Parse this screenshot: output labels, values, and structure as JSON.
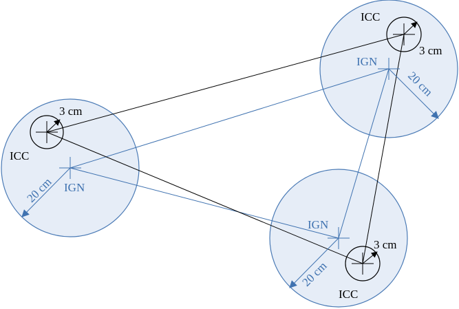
{
  "labels": {
    "icc": "ICC",
    "ign": "IGN",
    "small_radius": "3 cm",
    "large_radius": "20 cm"
  },
  "colors": {
    "zone_fill": "#e6edf7",
    "zone_stroke": "#4a7ab5",
    "ign_blue": "#3f72b0",
    "icc_black": "#000000"
  }
}
